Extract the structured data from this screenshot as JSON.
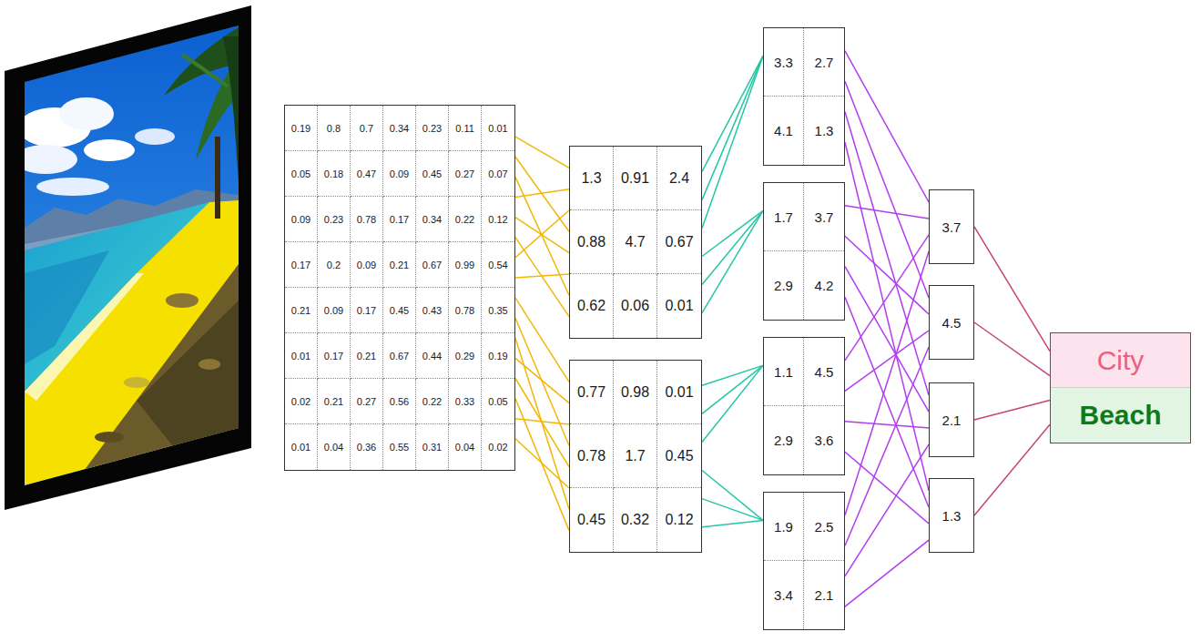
{
  "diagram": {
    "nodes": [
      {
        "text": [
          "0.19",
          "0.8",
          "0.7",
          "0.34",
          "0.23",
          "0.11",
          "0.01",
          "0.05",
          "0.18",
          "0.47",
          "0.09",
          "0.45",
          "0.27",
          "0.07",
          "0.09",
          "0.23",
          "0.78",
          "0.17",
          "0.34",
          "0.22",
          "0.12",
          "0.17",
          "0.2",
          "0.09",
          "0.21",
          "0.67",
          "0.99",
          "0.54",
          "0.21",
          "0.09",
          "0.17",
          "0.45",
          "0.43",
          "0.78",
          "0.35",
          "0.01",
          "0.17",
          "0.21",
          "0.67",
          "0.44",
          "0.29",
          "0.19",
          "0.02",
          "0.21",
          "0.27",
          "0.56",
          "0.22",
          "0.33",
          "0.05",
          "0.01",
          "0.04",
          "0.36",
          "0.55",
          "0.31",
          "0.04",
          "0.02"
        ]
      },
      {
        "text": [
          "1.3",
          "0.91",
          "2.4",
          "0.88",
          "4.7",
          "0.67",
          "0.62",
          "0.06",
          "0.01"
        ]
      },
      {
        "text": [
          "0.77",
          "0.98",
          "0.01",
          "0.78",
          "1.7",
          "0.45",
          "0.45",
          "0.32",
          "0.12"
        ]
      },
      {
        "text": [
          "3.3",
          "2.7",
          "4.1",
          "1.3"
        ]
      },
      {
        "text": [
          "1.7",
          "3.7",
          "2.9",
          "4.2"
        ]
      },
      {
        "text": [
          "1.1",
          "4.5",
          "2.9",
          "3.6"
        ]
      },
      {
        "text": [
          "1.9",
          "2.5",
          "3.4",
          "2.1"
        ]
      },
      {
        "text": [
          "3.7"
        ]
      },
      {
        "text": [
          "4.5"
        ]
      },
      {
        "text": [
          "2.1"
        ]
      },
      {
        "text": [
          "1.3"
        ]
      },
      {
        "text": [
          "City",
          "Beach"
        ]
      }
    ],
    "edges": [
      {
        "from": 0,
        "to": 1,
        "arrow": "none"
      },
      {
        "from": 0,
        "to": 2,
        "arrow": "none"
      },
      {
        "from": 1,
        "to": 3,
        "arrow": "none"
      },
      {
        "from": 1,
        "to": 4,
        "arrow": "none"
      },
      {
        "from": 2,
        "to": 5,
        "arrow": "none"
      },
      {
        "from": 2,
        "to": 6,
        "arrow": "none"
      },
      {
        "from": 3,
        "to": 7,
        "arrow": "none"
      },
      {
        "from": 3,
        "to": 8,
        "arrow": "none"
      },
      {
        "from": 3,
        "to": 9,
        "arrow": "none"
      },
      {
        "from": 3,
        "to": 10,
        "arrow": "none"
      },
      {
        "from": 4,
        "to": 7,
        "arrow": "none"
      },
      {
        "from": 4,
        "to": 8,
        "arrow": "none"
      },
      {
        "from": 4,
        "to": 9,
        "arrow": "none"
      },
      {
        "from": 4,
        "to": 10,
        "arrow": "none"
      },
      {
        "from": 5,
        "to": 7,
        "arrow": "none"
      },
      {
        "from": 5,
        "to": 8,
        "arrow": "none"
      },
      {
        "from": 5,
        "to": 9,
        "arrow": "none"
      },
      {
        "from": 5,
        "to": 10,
        "arrow": "none"
      },
      {
        "from": 6,
        "to": 7,
        "arrow": "none"
      },
      {
        "from": 6,
        "to": 8,
        "arrow": "none"
      },
      {
        "from": 6,
        "to": 9,
        "arrow": "none"
      },
      {
        "from": 6,
        "to": 10,
        "arrow": "none"
      },
      {
        "from": 7,
        "to": 11,
        "arrow": "none"
      },
      {
        "from": 8,
        "to": 11,
        "arrow": "none"
      },
      {
        "from": 9,
        "to": 11,
        "arrow": "none"
      },
      {
        "from": 10,
        "to": 11,
        "arrow": "none"
      }
    ]
  }
}
